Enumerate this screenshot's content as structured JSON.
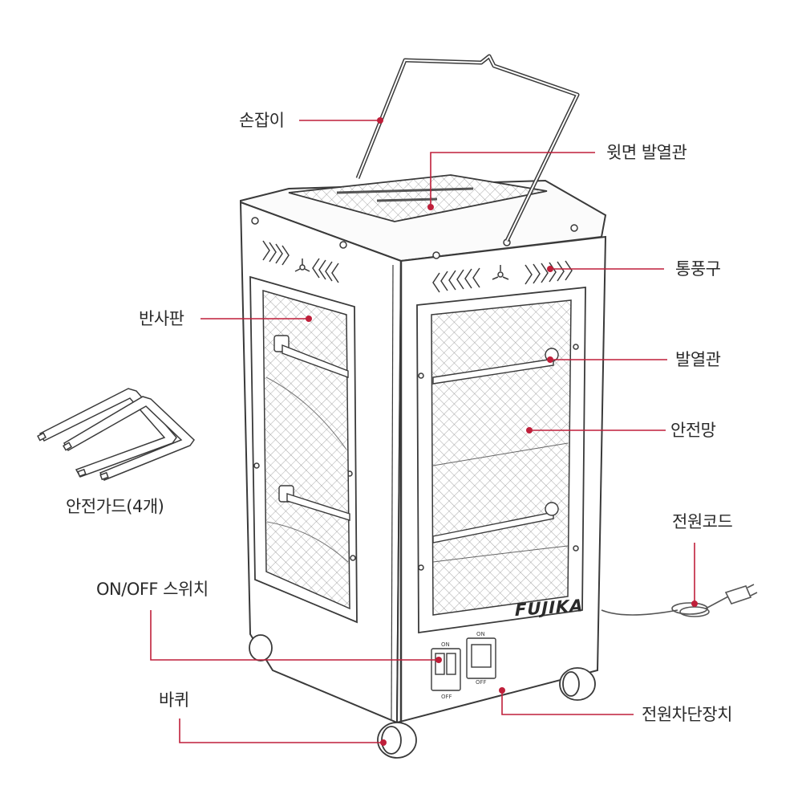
{
  "brand": "FUJIKA",
  "switch_labels": {
    "on": "ON",
    "off": "OFF"
  },
  "colors": {
    "line": "#bf1f3a",
    "outline": "#3a3a3a"
  },
  "labels": {
    "handle": "손잡이",
    "top_heater": "윗면 발열관",
    "vent": "통풍구",
    "reflector": "반사판",
    "heater_tube": "발열관",
    "safety_mesh": "안전망",
    "power_cord": "전원코드",
    "safety_guard": "안전가드(4개)",
    "onoff_switch": "ON/OFF 스위치",
    "wheel": "바퀴",
    "cutoff_device": "전원차단장치"
  }
}
